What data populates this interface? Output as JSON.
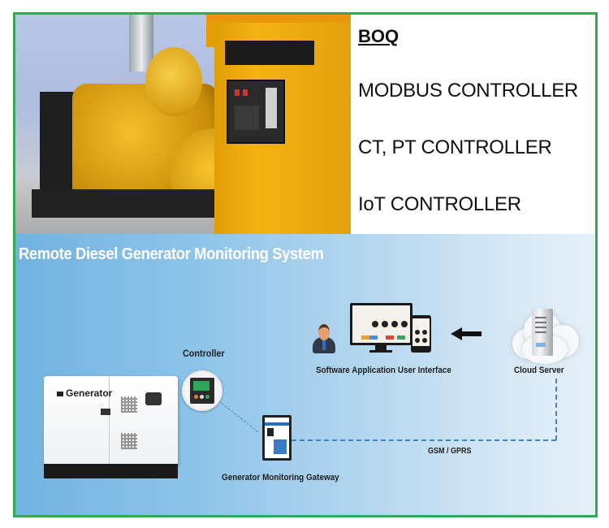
{
  "frame": {
    "border_color": "#34a853"
  },
  "photo": {
    "subject": "yellow industrial diesel generator set",
    "icon": "generator-photo"
  },
  "boq": {
    "title": "BOQ",
    "items": [
      {
        "label": "MODBUS CONTROLLER"
      },
      {
        "label": "CT, PT CONTROLLER"
      },
      {
        "label": "IoT CONTROLLER"
      }
    ]
  },
  "diagram": {
    "title": "Remote Diesel Generator Monitoring System",
    "nodes": {
      "generator": {
        "label": "Generator",
        "icon": "generator-icon"
      },
      "controller": {
        "label": "Controller",
        "icon": "controller-icon"
      },
      "gateway": {
        "label": "Generator Monitoring Gateway",
        "icon": "gateway-icon"
      },
      "ui": {
        "label": "Software Application User Interface",
        "icon": "monitor-icon"
      },
      "cloud": {
        "label": "Cloud Server",
        "icon": "cloud-server-icon"
      }
    },
    "links": {
      "gsm": {
        "label": "GSM / GPRS"
      }
    },
    "colors": {
      "link": "#3d86c6",
      "bg_left": "#72b3e0",
      "bg_right": "#e6f0f8",
      "title": "#ffffff"
    }
  }
}
